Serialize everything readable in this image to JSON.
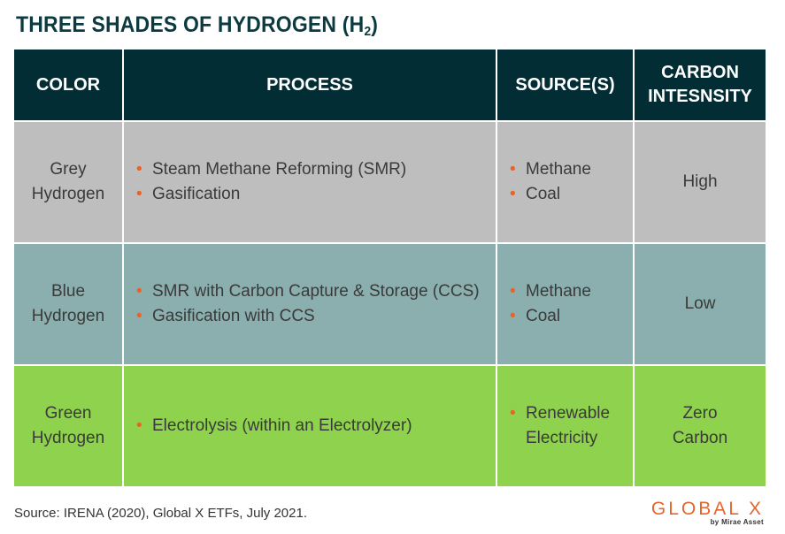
{
  "title": {
    "main": "THREE SHADES OF HYDROGEN (H",
    "sub": "2",
    "close": ")"
  },
  "table": {
    "headers": [
      "COLOR",
      "PROCESS",
      "SOURCE(S)",
      "CARBON INTESNSITY"
    ],
    "rows": [
      {
        "color": [
          "Grey",
          "Hydrogen"
        ],
        "process": [
          "Steam Methane Reforming (SMR)",
          "Gasification"
        ],
        "sources": [
          "Methane",
          "Coal"
        ],
        "intensity": [
          "High"
        ]
      },
      {
        "color": [
          "Blue",
          "Hydrogen"
        ],
        "process": [
          "SMR with Carbon Capture & Storage (CCS)",
          "Gasification with CCS"
        ],
        "sources": [
          "Methane",
          "Coal"
        ],
        "intensity": [
          "Low"
        ]
      },
      {
        "color": [
          "Green",
          "Hydrogen"
        ],
        "process": [
          "Electrolysis (within an Electrolyzer)"
        ],
        "sources": [
          "Renewable Electricity"
        ],
        "intensity": [
          "Zero",
          "Carbon"
        ]
      }
    ],
    "row_colors": [
      "#bebebe",
      "#8aafae",
      "#8ed24d"
    ],
    "header_color": "#022d35",
    "bullet_color": "#e8622a",
    "bullet_glyph": "•"
  },
  "footer": {
    "source": "Source: IRENA (2020), Global X ETFs, July 2021.",
    "logo_word": "GLOBAL X",
    "logo_by": "by Mirae Asset"
  }
}
